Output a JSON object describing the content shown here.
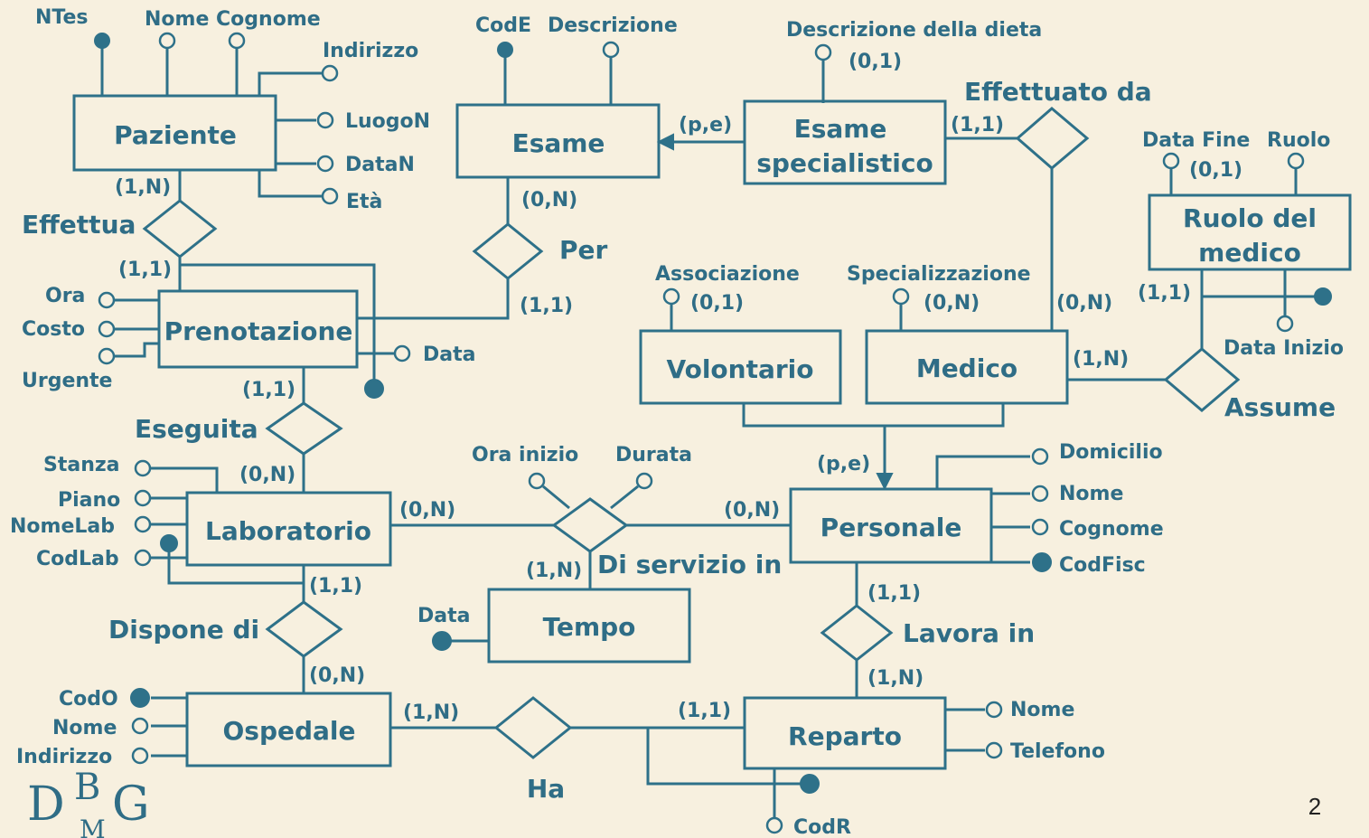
{
  "colors": {
    "background": "#f7f0df",
    "line": "#2e7189",
    "text": "#2f6d86"
  },
  "entities": {
    "paziente": "Paziente",
    "esame": "Esame",
    "esame_spec_1": "Esame",
    "esame_spec_2": "specialistico",
    "ruolo_1": "Ruolo del",
    "ruolo_2": "medico",
    "prenotazione": "Prenotazione",
    "volontario": "Volontario",
    "medico": "Medico",
    "laboratorio": "Laboratorio",
    "personale": "Personale",
    "tempo": "Tempo",
    "ospedale": "Ospedale",
    "reparto": "Reparto"
  },
  "relationships": {
    "effettua": "Effettua",
    "per": "Per",
    "effettuato_da": "Effettuato da",
    "assume": "Assume",
    "eseguita": "Eseguita",
    "di_servizio_in": "Di servizio in",
    "dispone_di": "Dispone di",
    "lavora_in": "Lavora in",
    "ha": "Ha"
  },
  "attributes": {
    "ntes": "NTes",
    "nome_cognome": "Nome Cognome",
    "indirizzo": "Indirizzo",
    "luogon": "LuogoN",
    "datan": "DataN",
    "eta": "Età",
    "code": "CodE",
    "descrizione": "Descrizione",
    "descr_dieta": "Descrizione della dieta",
    "data_fine": "Data Fine",
    "ruolo": "Ruolo",
    "data_inizio": "Data Inizio",
    "ora": "Ora",
    "costo": "Costo",
    "urgente": "Urgente",
    "data_pren": "Data",
    "associazione": "Associazione",
    "specializzazione": "Specializzazione",
    "stanza": "Stanza",
    "piano": "Piano",
    "nomelab": "NomeLab",
    "codlab": "CodLab",
    "ora_inizio": "Ora inizio",
    "durata": "Durata",
    "domicilio": "Domicilio",
    "nome_pers": "Nome",
    "cognome_pers": "Cognome",
    "codfisc": "CodFisc",
    "data_tempo": "Data",
    "codo": "CodO",
    "nome_osp": "Nome",
    "indirizzo_osp": "Indirizzo",
    "nome_rep": "Nome",
    "telefono": "Telefono",
    "codr": "CodR"
  },
  "cardinalities": {
    "c_dieta": "(0,1)",
    "c_esame_pe": "(p,e)",
    "c_effda_esame": "(1,1)",
    "c_ruolo_fine": "(0,1)",
    "c_paz": "(1,N)",
    "c_esame_per": "(0,N)",
    "c_pren_eff": "(1,1)",
    "c_pren_per": "(1,1)",
    "c_assoc": "(0,1)",
    "c_spec": "(0,N)",
    "c_med_effda": "(0,N)",
    "c_ruolo_assume": "(1,1)",
    "c_med_assume": "(1,N)",
    "c_pren_esegu": "(1,1)",
    "c_lab_esegu": "(0,N)",
    "c_pers_pe": "(p,e)",
    "c_lab_serv": "(0,N)",
    "c_pers_serv": "(0,N)",
    "c_tempo": "(1,N)",
    "c_lab_disp": "(1,1)",
    "c_pers_lav": "(1,1)",
    "c_osp_disp": "(0,N)",
    "c_rep_lav": "(1,N)",
    "c_osp_ha": "(1,N)",
    "c_rep_ha": "(1,1)"
  },
  "logo": {
    "d": "D",
    "b": "B",
    "g": "G",
    "m": "M"
  },
  "page_number": "2"
}
